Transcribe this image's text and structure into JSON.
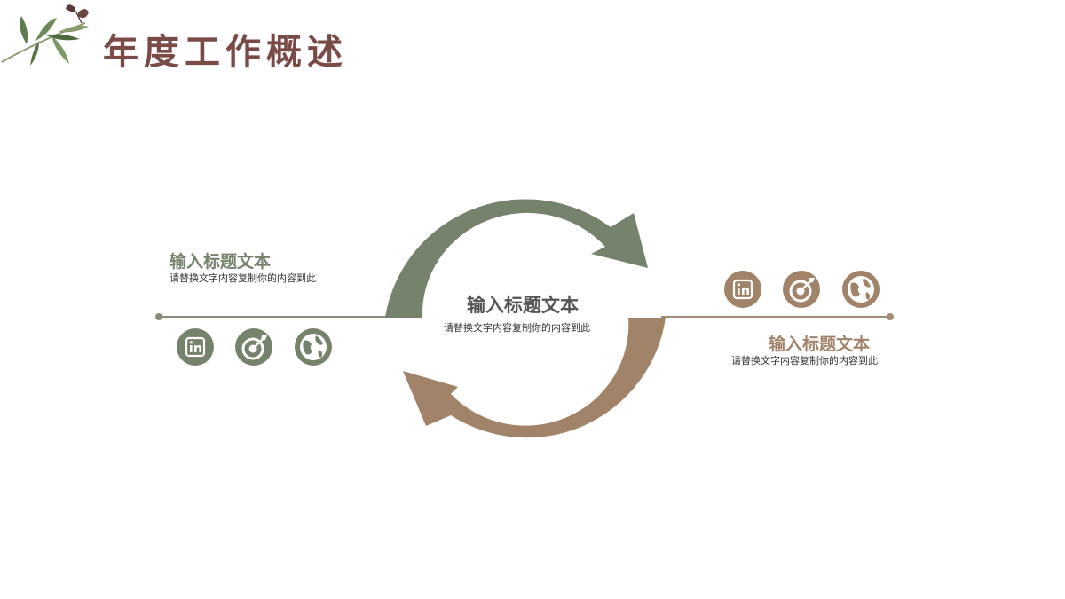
{
  "page": {
    "title": "年度工作概述"
  },
  "colors": {
    "green": "#76836c",
    "brown": "#a08368",
    "title": "#7a4a47"
  },
  "center": {
    "title": "输入标题文本",
    "desc": "请替换文字内容复制你的内容到此"
  },
  "left": {
    "title": "输入标题文本",
    "desc": "请替换文字内容复制你的内容到此",
    "icons": [
      "linkedin-icon",
      "target-icon",
      "globe-icon"
    ]
  },
  "right": {
    "title": "输入标题文本",
    "desc": "请替换文字内容复制你的内容到此",
    "icons": [
      "linkedin-icon",
      "target-icon",
      "globe-icon"
    ]
  }
}
